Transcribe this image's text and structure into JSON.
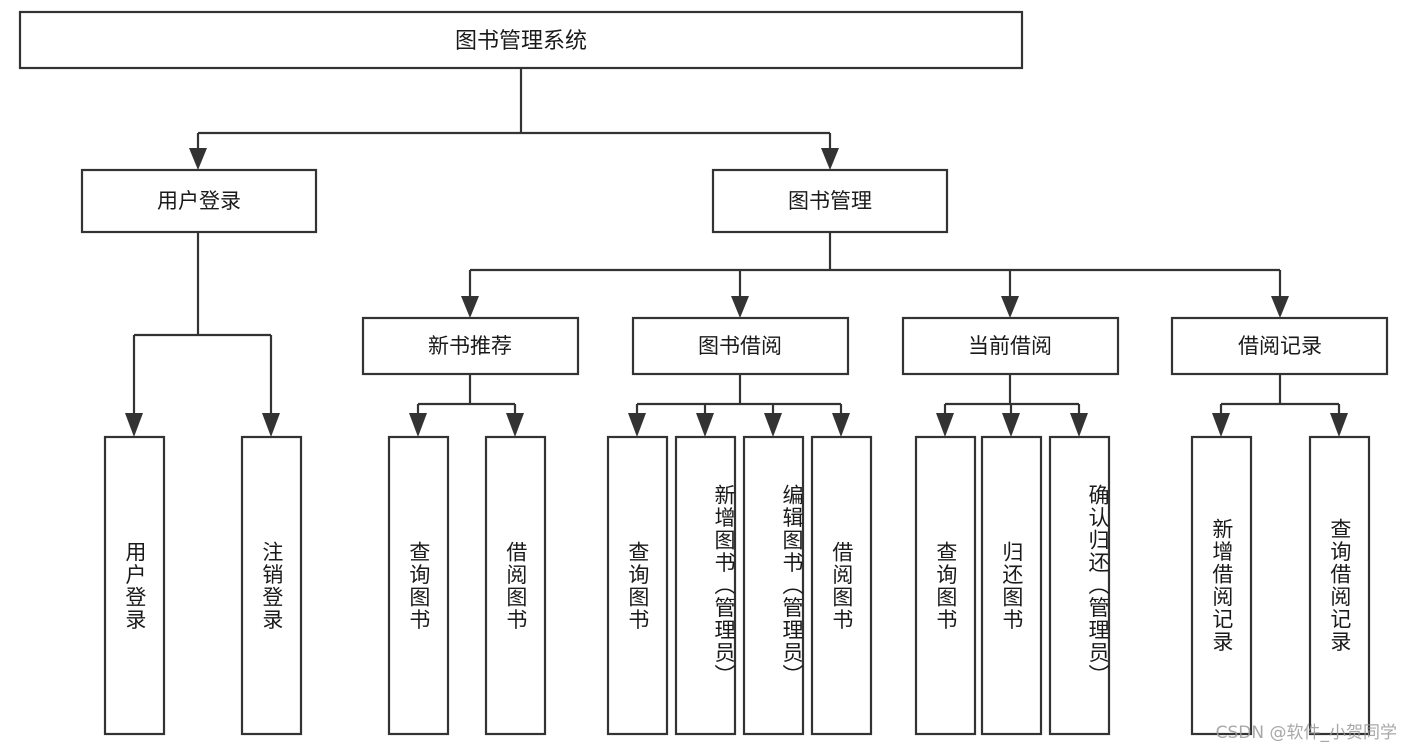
{
  "diagram": {
    "type": "tree-hierarchy",
    "title": "图书管理系统",
    "watermark": "CSDN @软件_小贺同学",
    "colors": {
      "background": "#ffffff",
      "stroke": "#333333",
      "text": "#1a1a1a",
      "watermark": "#9a9a9a"
    },
    "root": {
      "label": "图书管理系统"
    },
    "level2": [
      {
        "label": "用户登录"
      },
      {
        "label": "图书管理"
      }
    ],
    "level3": [
      {
        "label": "新书推荐"
      },
      {
        "label": "图书借阅"
      },
      {
        "label": "当前借阅"
      },
      {
        "label": "借阅记录"
      }
    ],
    "leaves": {
      "user_login": [
        {
          "label": "用户登录"
        },
        {
          "label": "注销登录"
        }
      ],
      "new_book_recommend": [
        {
          "label": "查询图书"
        },
        {
          "label": "借阅图书"
        }
      ],
      "book_borrow": [
        {
          "label": "查询图书"
        },
        {
          "label": "新增图书（管理员）"
        },
        {
          "label": "编辑图书（管理员）"
        },
        {
          "label": "借阅图书"
        }
      ],
      "current_borrow": [
        {
          "label": "查询图书"
        },
        {
          "label": "归还图书"
        },
        {
          "label": "确认归还（管理员）"
        }
      ],
      "borrow_record": [
        {
          "label": "新增借阅记录"
        },
        {
          "label": "查询借阅记录"
        }
      ]
    }
  }
}
